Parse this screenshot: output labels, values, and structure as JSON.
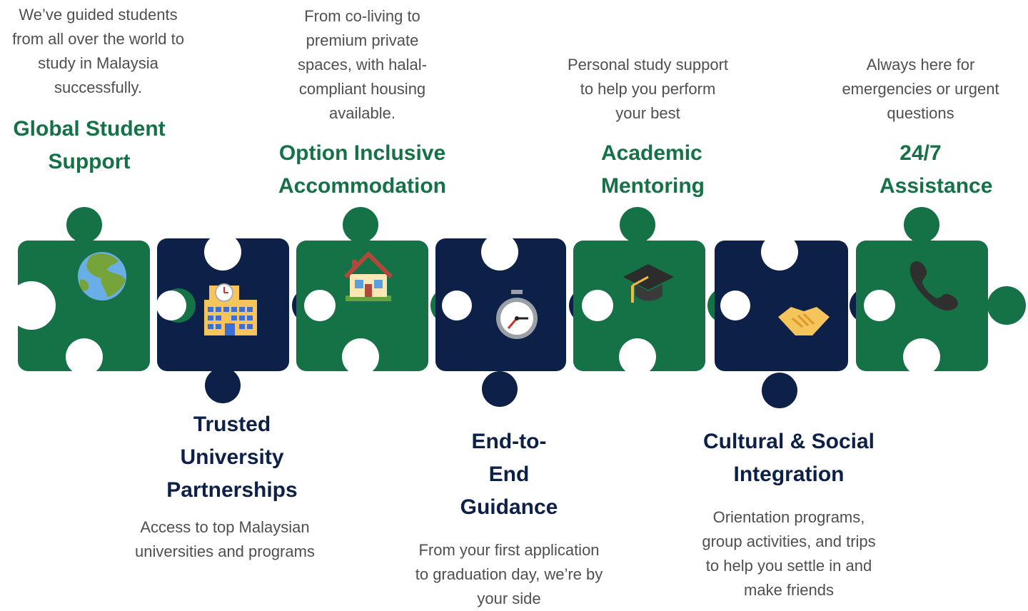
{
  "colors": {
    "green": "#157246",
    "navy": "#0d2148",
    "text": "#4f4f4f"
  },
  "items": [
    {
      "title": "Global Student Support",
      "desc": "We’ve guided students from all over the world to study in Malaysia successfully.",
      "icon": "globe-icon",
      "color": "green"
    },
    {
      "title": "Trusted University Partnerships",
      "desc": "Access to top Malaysian universities and programs",
      "icon": "school-building-icon",
      "color": "navy"
    },
    {
      "title": "Option Inclusive Accommodation",
      "desc": "From co-living to premium private spaces, with halal-compliant housing available.",
      "icon": "house-icon",
      "color": "green"
    },
    {
      "title": "End-to-End Guidance",
      "desc": "From your first application to graduation day, we’re by your side",
      "icon": "stopwatch-icon",
      "color": "navy"
    },
    {
      "title": "Academic Mentoring",
      "desc": "Personal study support to help you perform your best",
      "icon": "graduation-cap-icon",
      "color": "green"
    },
    {
      "title": "Cultural & Social Integration",
      "desc": "Orientation programs, group activities, and trips to help you settle in and make friends",
      "icon": "handshake-icon",
      "color": "navy"
    },
    {
      "title": "24/7 Assistance",
      "desc": "Always here for emergencies or urgent questions",
      "icon": "telephone-icon",
      "color": "green"
    }
  ]
}
